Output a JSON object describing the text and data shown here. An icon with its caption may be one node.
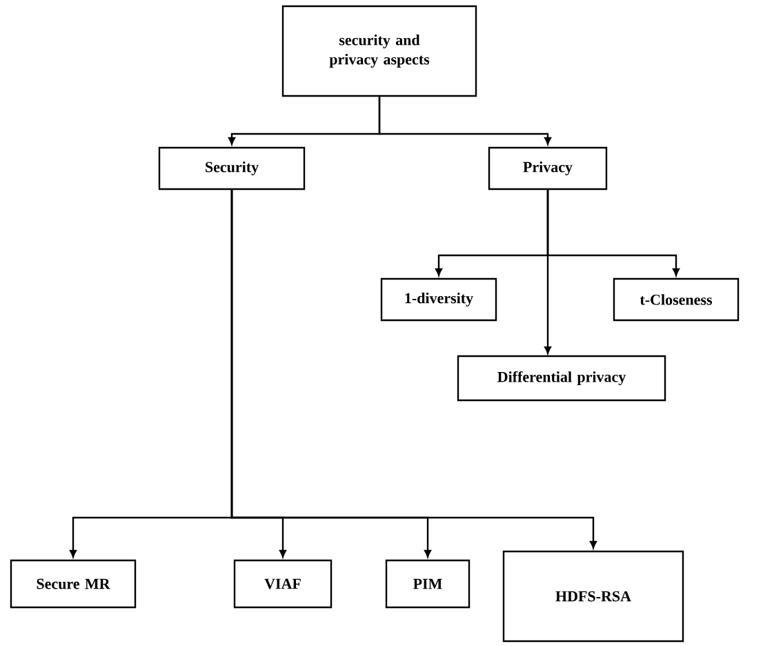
{
  "diagram": {
    "nodes": [
      {
        "text": [
          "security and privacy aspects"
        ]
      },
      {
        "text": [
          "Security"
        ]
      },
      {
        "text": [
          "Privacy"
        ]
      },
      {
        "text": [
          "1-diversity"
        ]
      },
      {
        "text": [
          "t-Closeness"
        ]
      },
      {
        "text": [
          "Differential privacy"
        ]
      },
      {
        "text": [
          "Secure MR"
        ]
      },
      {
        "text": [
          "VIAF"
        ]
      },
      {
        "text": [
          "PIM"
        ]
      },
      {
        "text": [
          "HDFS-RSA"
        ]
      }
    ],
    "edges": [
      {
        "from": 0,
        "to": 1,
        "arrow": "to"
      },
      {
        "from": 0,
        "to": 2,
        "arrow": "to"
      },
      {
        "from": 2,
        "to": 3,
        "arrow": "to"
      },
      {
        "from": 2,
        "to": 4,
        "arrow": "to"
      },
      {
        "from": 2,
        "to": 5,
        "arrow": "to"
      },
      {
        "from": 1,
        "to": 6,
        "arrow": "to"
      },
      {
        "from": 1,
        "to": 7,
        "arrow": "to"
      },
      {
        "from": 1,
        "to": 8,
        "arrow": "to"
      },
      {
        "from": 1,
        "to": 9,
        "arrow": "to"
      }
    ]
  }
}
